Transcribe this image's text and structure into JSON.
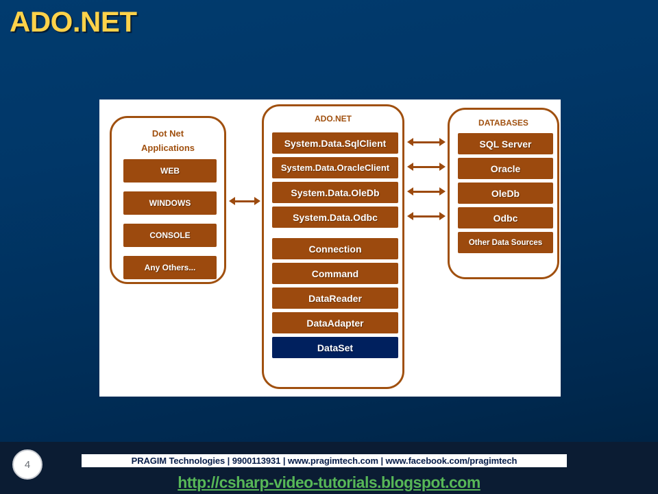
{
  "slide": {
    "title": "ADO.NET",
    "number": "4",
    "accent_brown": "#9c4a0e",
    "accent_navy": "#00205e",
    "title_color": "#ffd24a",
    "url_color": "#57b757"
  },
  "diagram": {
    "dotnet": {
      "title_line1": "Dot Net",
      "title_line2": "Applications",
      "items": [
        {
          "label": "WEB"
        },
        {
          "label": "WINDOWS"
        },
        {
          "label": "CONSOLE"
        },
        {
          "label": "Any Others..."
        }
      ]
    },
    "adonet": {
      "title": "ADO.NET",
      "providers": [
        {
          "label": "System.Data.SqlClient"
        },
        {
          "label": "System.Data.OracleClient"
        },
        {
          "label": "System.Data.OleDb"
        },
        {
          "label": "System.Data.Odbc"
        }
      ],
      "objects": [
        {
          "label": "Connection",
          "style": "brown"
        },
        {
          "label": "Command",
          "style": "brown"
        },
        {
          "label": "DataReader",
          "style": "brown"
        },
        {
          "label": "DataAdapter",
          "style": "brown"
        },
        {
          "label": "DataSet",
          "style": "navy"
        }
      ]
    },
    "databases": {
      "title": "DATABASES",
      "items": [
        {
          "label": "SQL Server"
        },
        {
          "label": "Oracle"
        },
        {
          "label": "OleDb"
        },
        {
          "label": "Odbc"
        },
        {
          "label": "Other Data Sources"
        }
      ]
    },
    "connectors": {
      "apps_to_adonet": "double-headed-arrow",
      "providers_to_databases": [
        "double-headed-arrow",
        "double-headed-arrow",
        "double-headed-arrow",
        "double-headed-arrow"
      ]
    }
  },
  "footer": {
    "banner": "PRAGIM Technologies | 9900113931 | www.pragimtech.com | www.facebook.com/pragimtech",
    "url": "http://csharp-video-tutorials.blogspot.com"
  }
}
